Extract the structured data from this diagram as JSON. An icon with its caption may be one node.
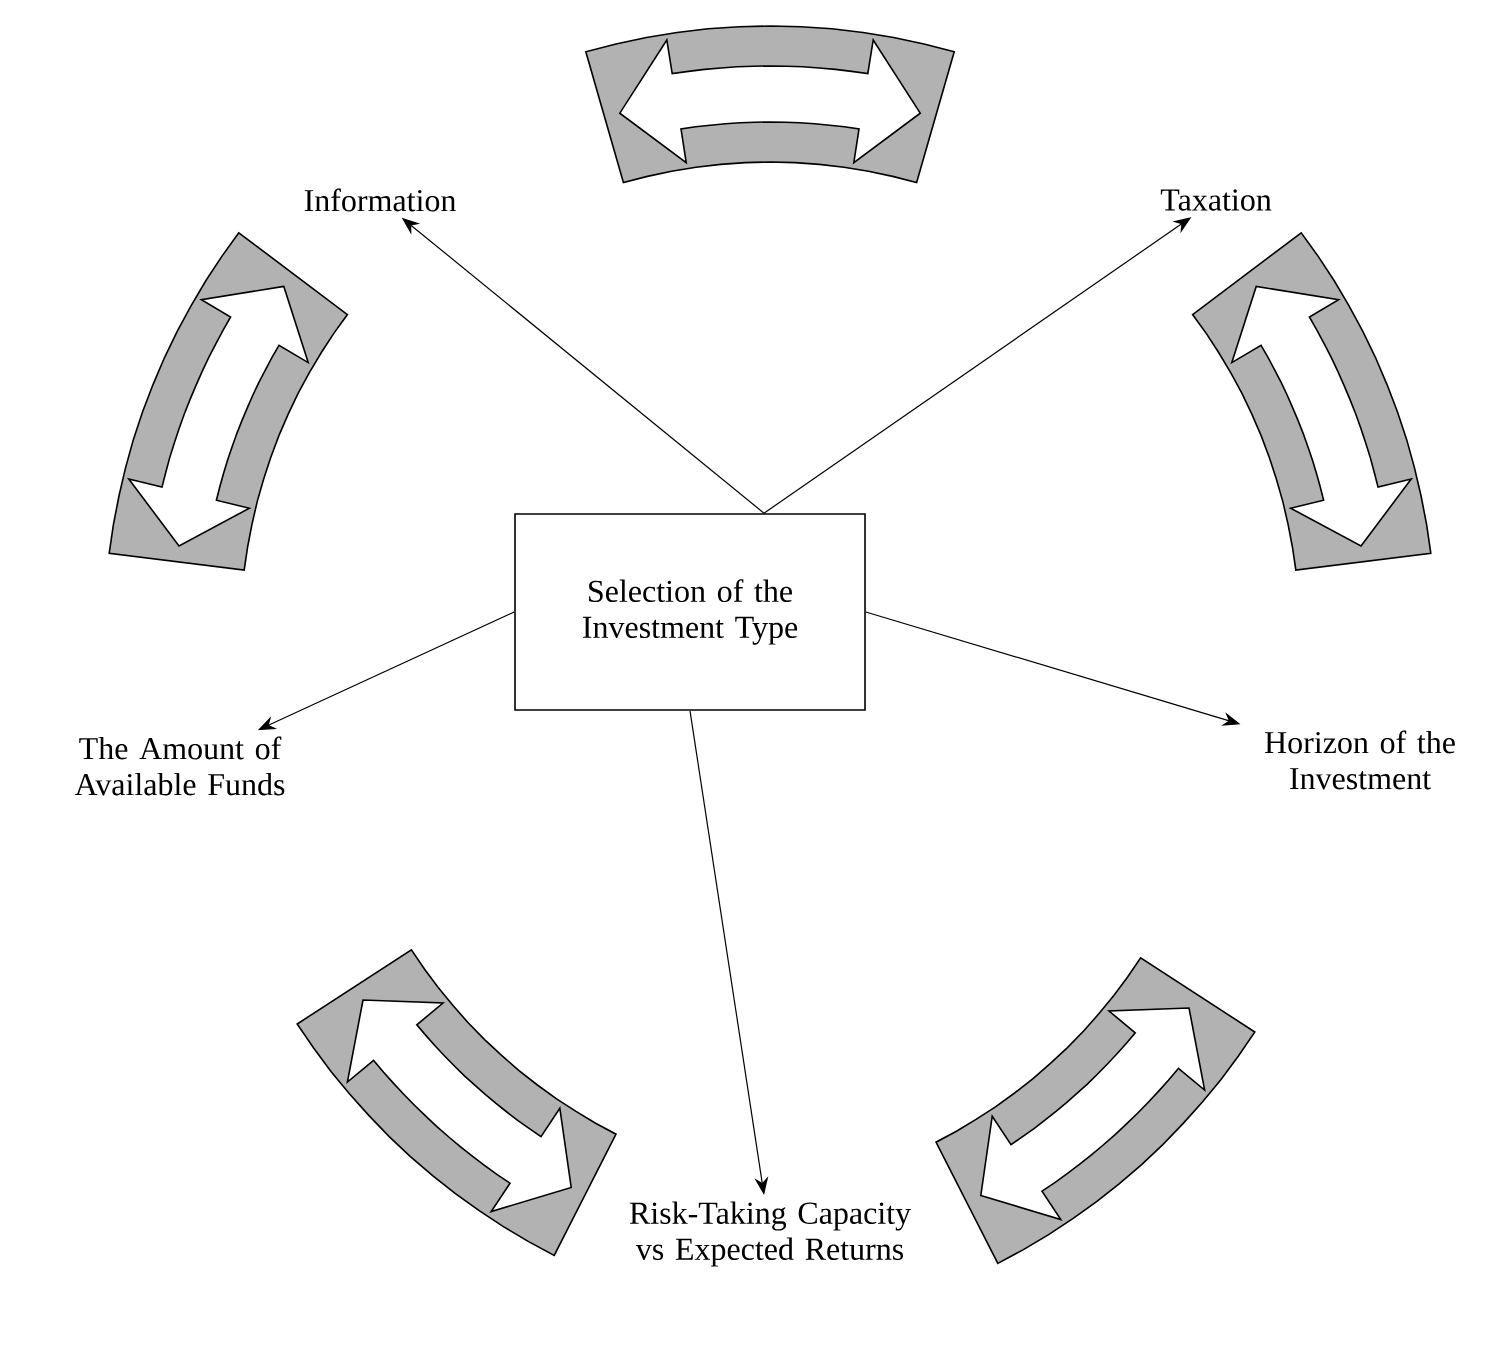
{
  "diagram": {
    "nodes": [
      {
        "text": [
          "Selection of the Investment Type"
        ]
      },
      {
        "text": [
          "Information"
        ]
      },
      {
        "text": [
          "Taxation"
        ]
      },
      {
        "text": [
          "The Amount of Available Funds"
        ]
      },
      {
        "text": [
          "Horizon of the Investment"
        ]
      },
      {
        "text": [
          "Risk-Taking Capacity vs Expected Returns"
        ]
      }
    ],
    "edges": [
      {
        "from": 0,
        "to": 1,
        "arrow": "to"
      },
      {
        "from": 0,
        "to": 2,
        "arrow": "to"
      },
      {
        "from": 0,
        "to": 3,
        "arrow": "to"
      },
      {
        "from": 0,
        "to": 4,
        "arrow": "to"
      },
      {
        "from": 0,
        "to": 5,
        "arrow": "to"
      }
    ]
  }
}
